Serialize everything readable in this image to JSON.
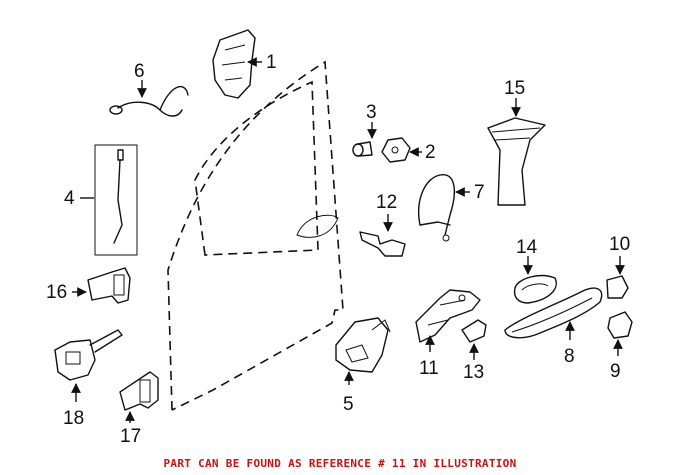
{
  "callouts": {
    "c1": "1",
    "c2": "2",
    "c3": "3",
    "c4": "4",
    "c5": "5",
    "c6": "6",
    "c7": "7",
    "c8": "8",
    "c9": "9",
    "c10": "10",
    "c11": "11",
    "c12": "12",
    "c13": "13",
    "c14": "14",
    "c15": "15",
    "c16": "16",
    "c17": "17",
    "c18": "18"
  },
  "footnote": "PART CAN BE FOUND AS REFERENCE # 11 IN ILLUSTRATION",
  "colors": {
    "footnote": "#cc1111",
    "line": "#111111"
  }
}
